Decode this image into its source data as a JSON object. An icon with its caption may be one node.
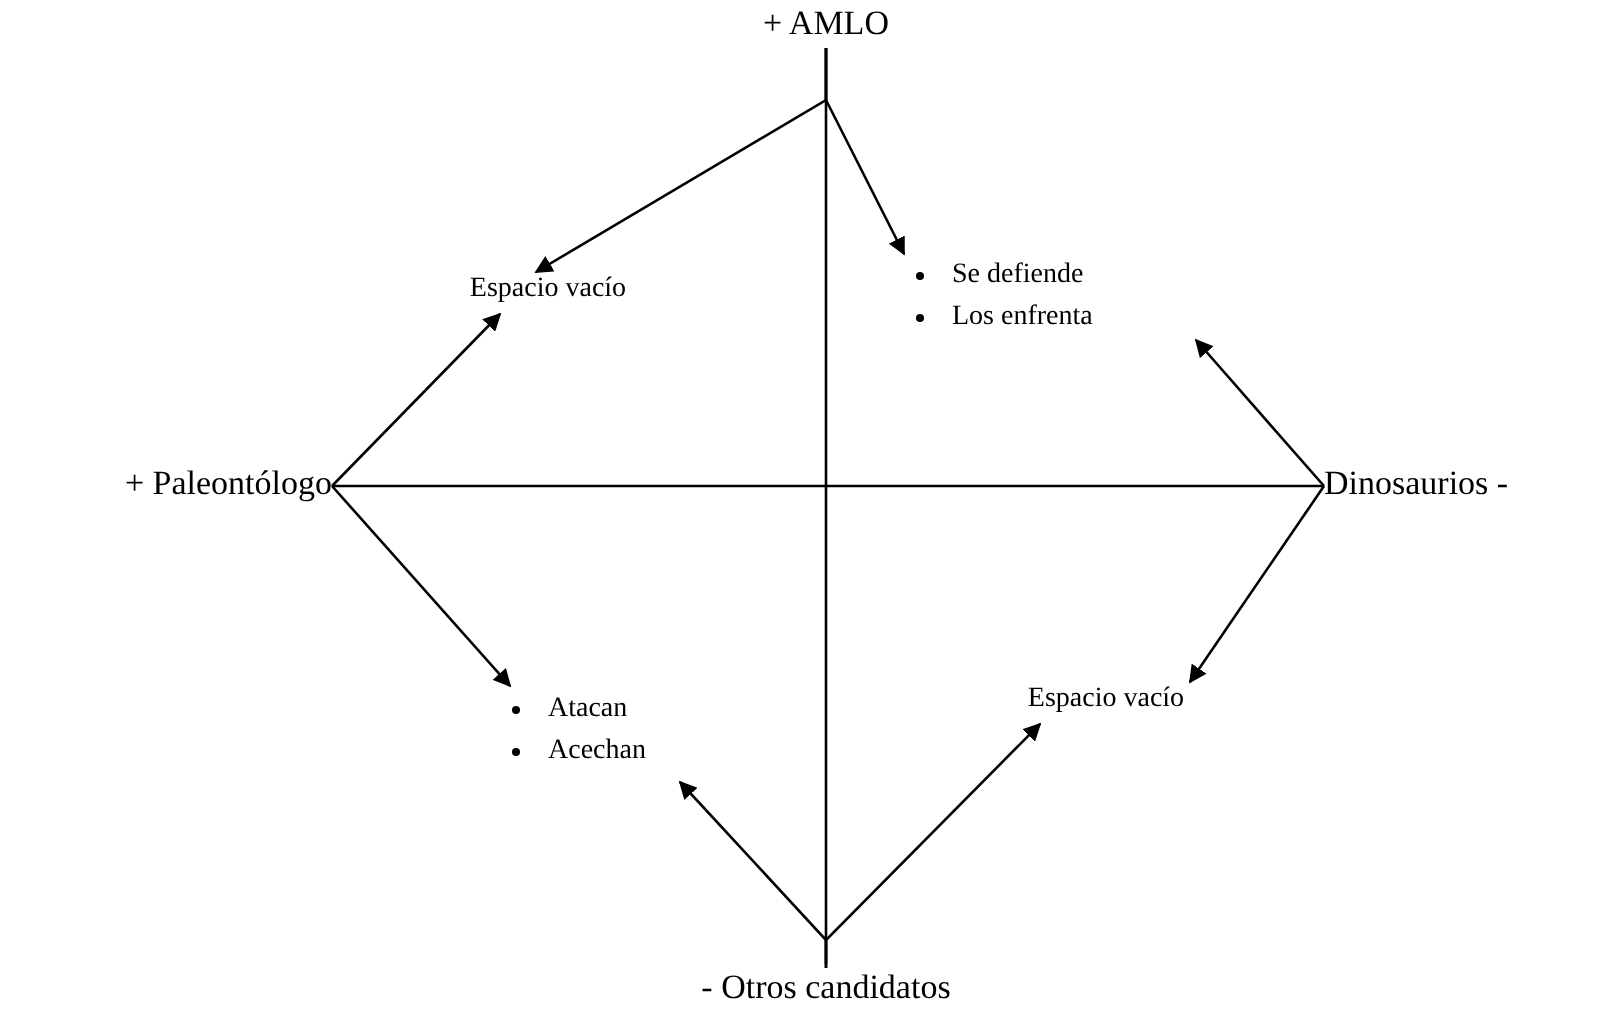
{
  "diagram": {
    "nodes": [
      {
        "text": [
          "+ AMLO"
        ]
      },
      {
        "text": [
          "Espacio vacío"
        ]
      },
      {
        "text": [
          "Se defiende",
          "Los enfrenta"
        ]
      },
      {
        "text": [
          "+ Paleontólogo"
        ]
      },
      {
        "text": [
          "Dinosaurios -"
        ]
      },
      {
        "text": [
          "Atacan",
          "Acechan"
        ]
      },
      {
        "text": [
          "Espacio vacío"
        ]
      },
      {
        "text": [
          "- Otros candidatos"
        ]
      }
    ],
    "edges": [
      {
        "from": 0,
        "to": 1,
        "arrow": "to"
      },
      {
        "from": 0,
        "to": 2,
        "arrow": "to"
      },
      {
        "from": 3,
        "to": 1,
        "arrow": "to"
      },
      {
        "from": 3,
        "to": 5,
        "arrow": "to"
      },
      {
        "from": 4,
        "to": 2,
        "arrow": "to"
      },
      {
        "from": 4,
        "to": 6,
        "arrow": "to"
      },
      {
        "from": 7,
        "to": 5,
        "arrow": "to"
      },
      {
        "from": 7,
        "to": 6,
        "arrow": "to"
      }
    ]
  }
}
